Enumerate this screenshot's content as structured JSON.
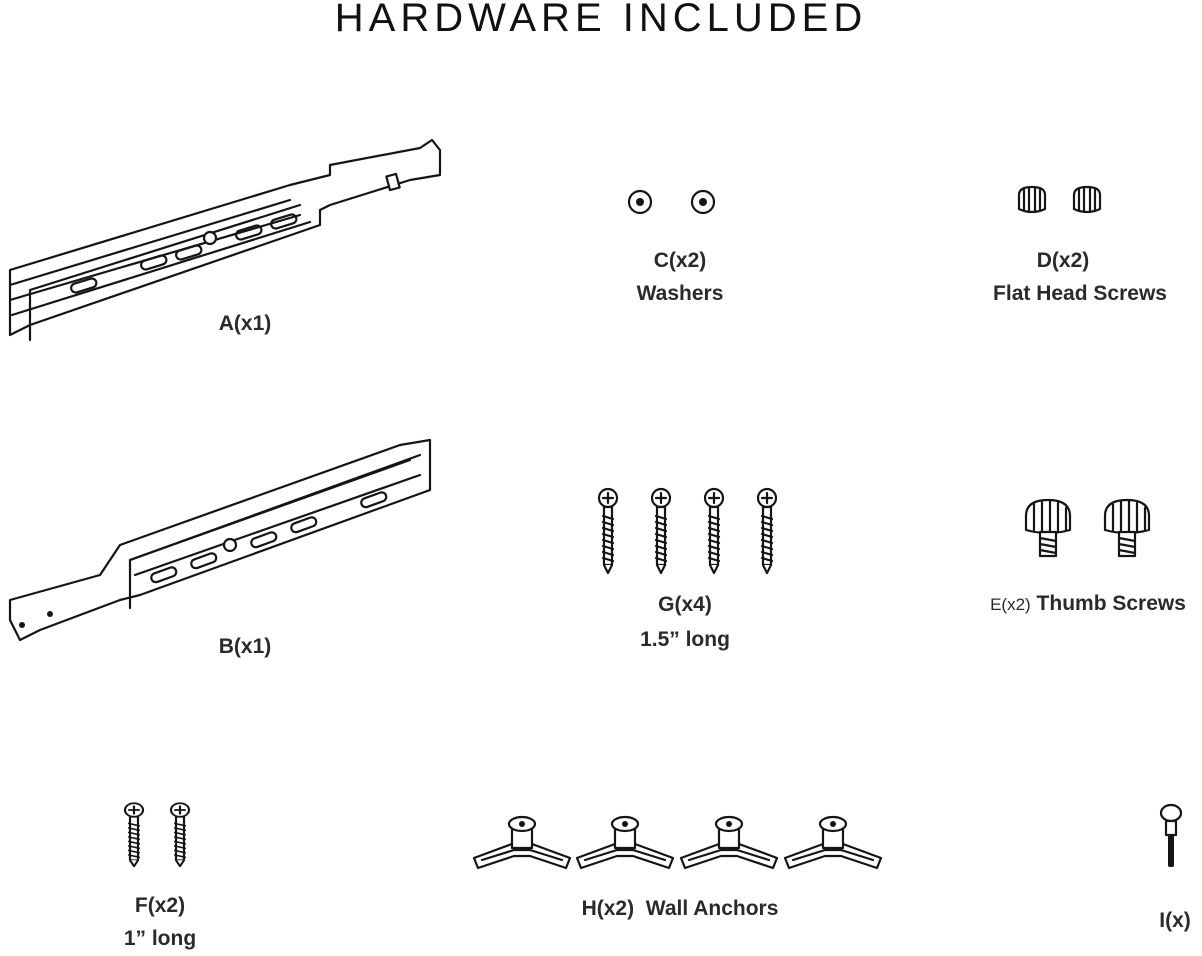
{
  "title": "HARDWARE INCLUDED",
  "parts": {
    "a": {
      "label": "A(x1)"
    },
    "b": {
      "label": "B(x1)"
    },
    "c": {
      "label": "C(x2)",
      "name": "Washers"
    },
    "d": {
      "label": "D(x2)",
      "name": "Flat Head Screws"
    },
    "e": {
      "label": "E(x2)",
      "name": "Thumb Screws"
    },
    "f": {
      "label": "F(x2)",
      "name": "1” long"
    },
    "g": {
      "label": "G(x4)",
      "name": "1.5” long"
    },
    "h": {
      "label": "H(x2)",
      "name": "Wall Anchors"
    },
    "i": {
      "label": "I(x)"
    }
  }
}
